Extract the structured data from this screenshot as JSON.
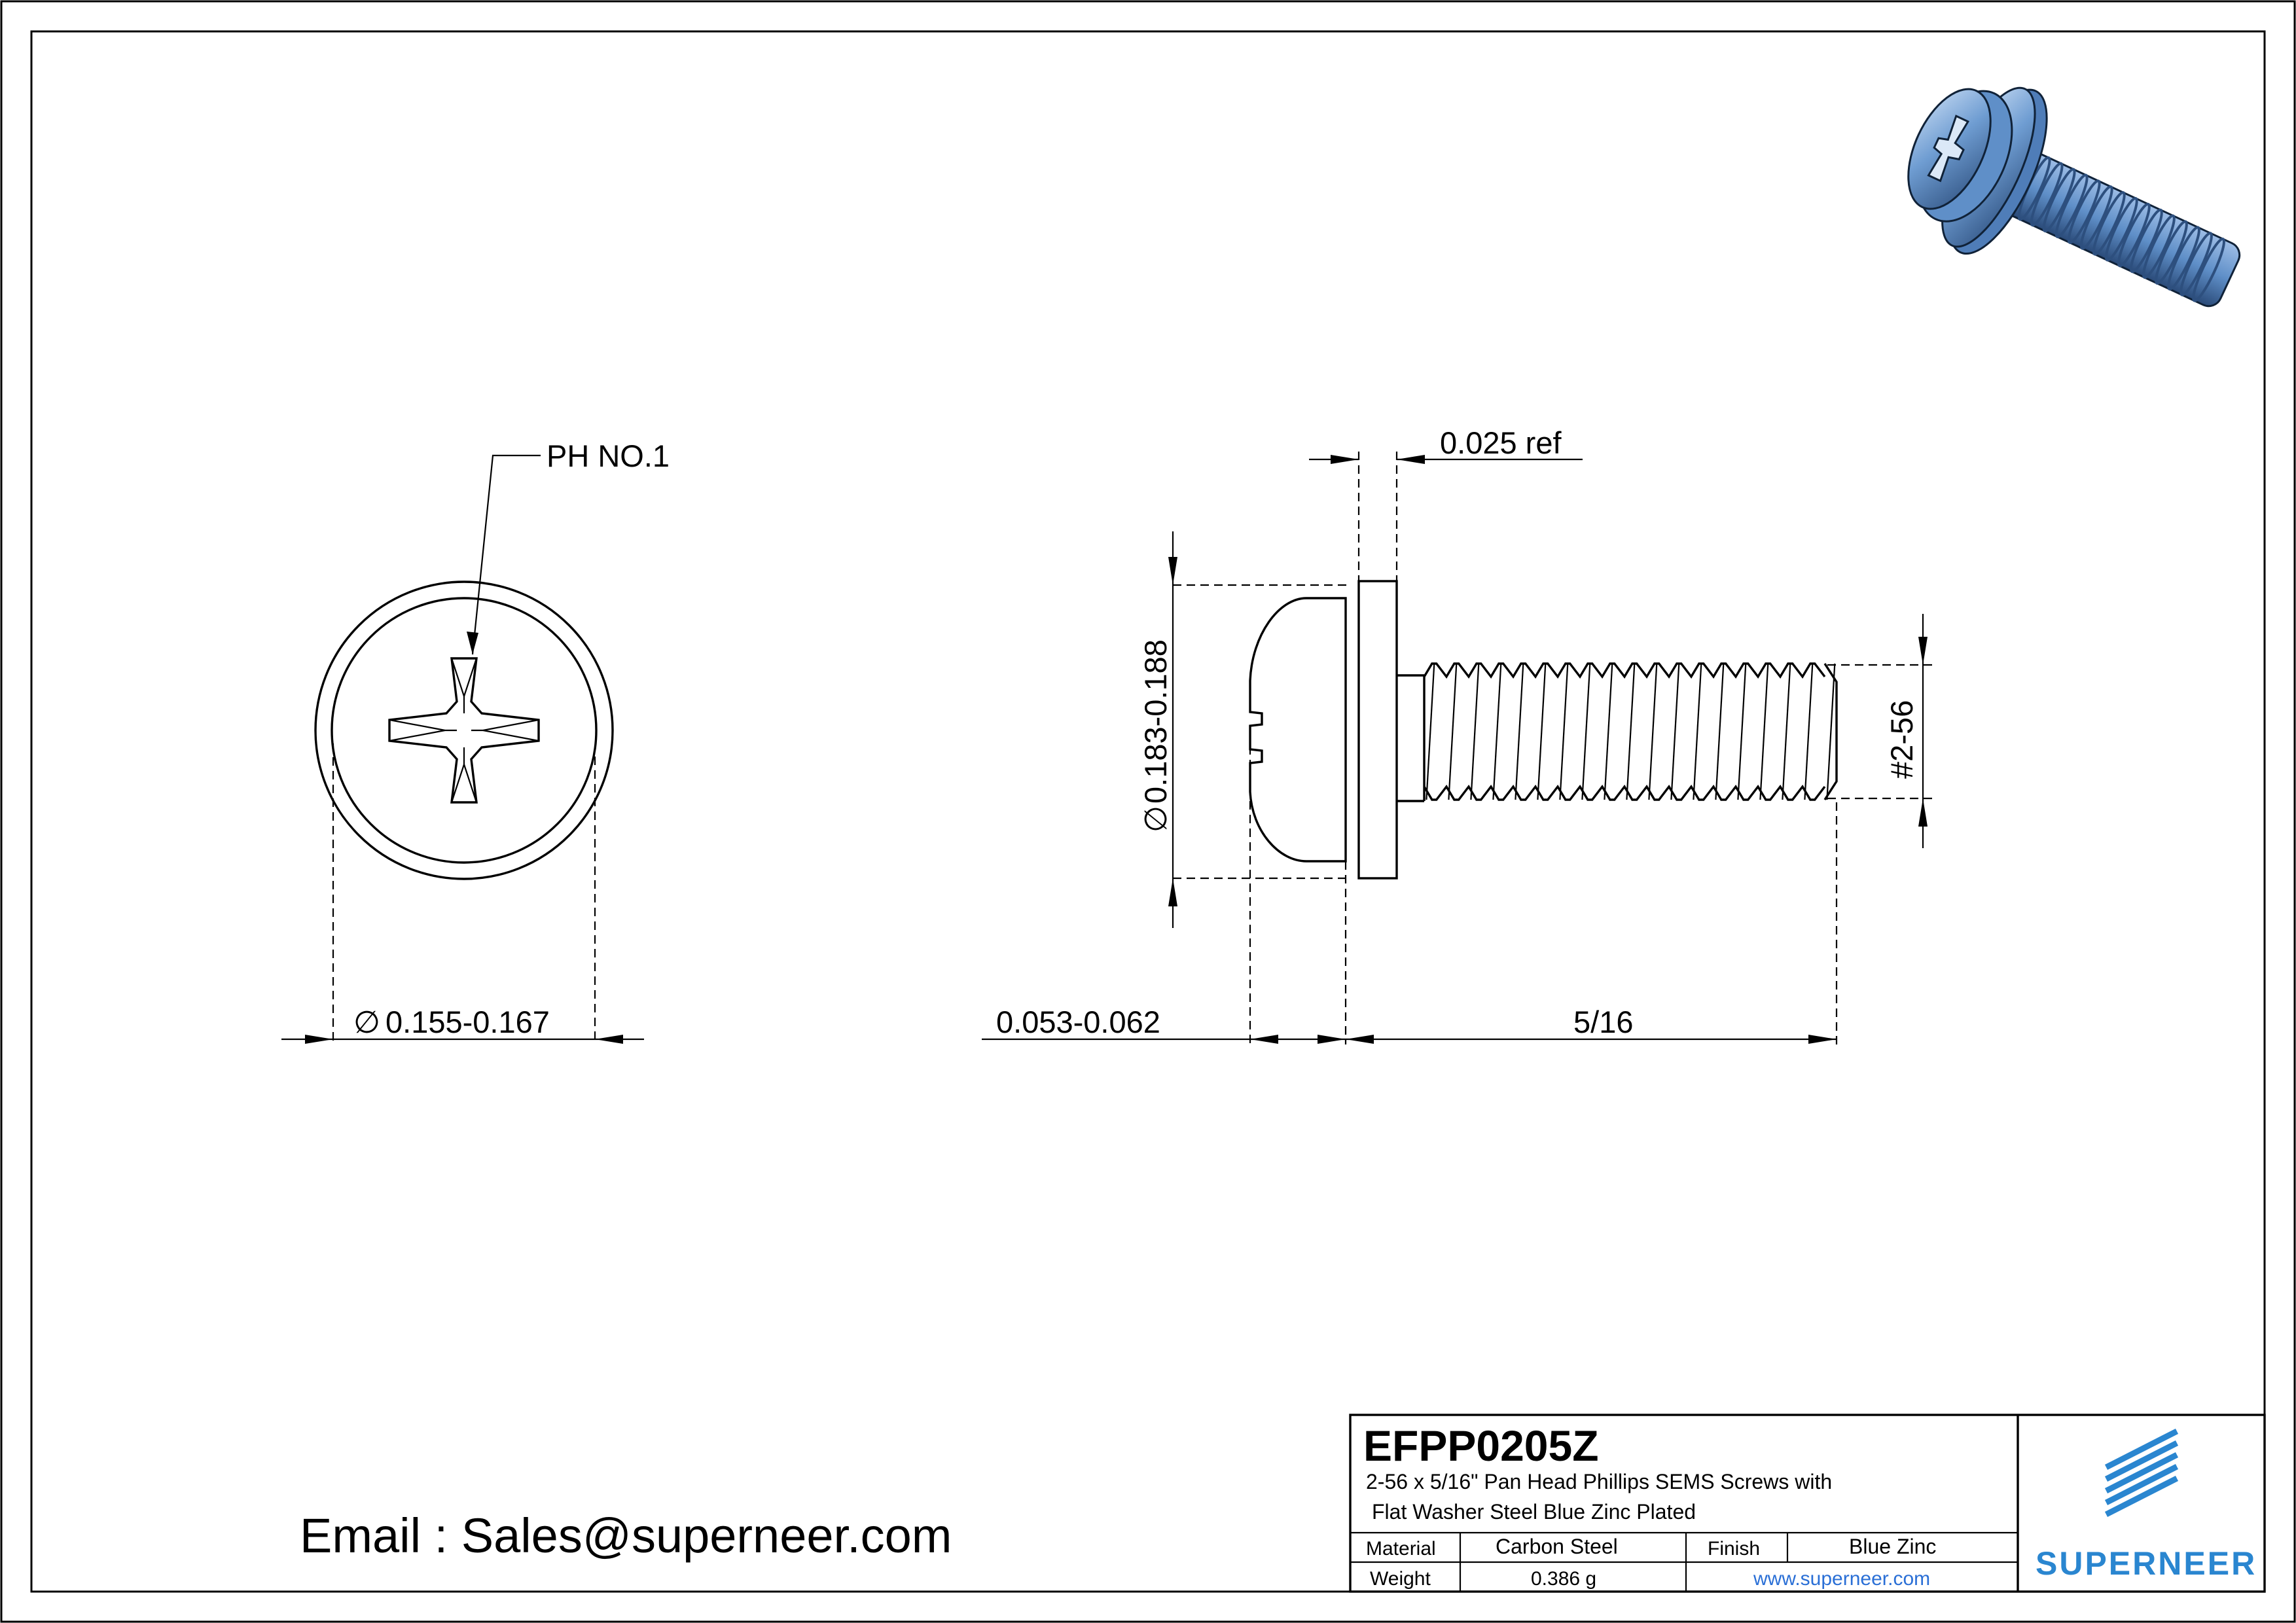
{
  "front_view": {
    "callout_label": "PH NO.1",
    "dia_symbol": "∅",
    "diameter_label": "0.155-0.167"
  },
  "side_view": {
    "washer_thickness_label": "0.025 ref",
    "dia_symbol": "∅",
    "head_diameter_label": "0.183-0.188",
    "thread_label": "#2-56",
    "head_height_label": "0.053-0.062",
    "length_label": "5/16"
  },
  "email_line": "Email : Sales@superneer.com",
  "title_block": {
    "part_number": "EFPP0205Z",
    "description_line1": "2-56 x 5/16\" Pan Head Phillips SEMS Screws with",
    "description_line2": "Flat Washer Steel Blue Zinc Plated",
    "material_label": "Material",
    "material_value": "Carbon Steel",
    "finish_label": "Finish",
    "finish_value": "Blue Zinc",
    "weight_label": "Weight",
    "weight_value": "0.386 g",
    "website": "www.superneer.com",
    "brand": "SUPERNEER"
  },
  "colors": {
    "line": "#000000",
    "brand_blue": "#2a86d0",
    "link_blue": "#2a6fd6",
    "screw_blue": "#5f8fc8",
    "screw_blue_dark": "#2d4f7e",
    "screw_blue_light": "#a9c6ea"
  },
  "icons": [
    "superneer-logo-icon",
    "screw-3d-icon"
  ]
}
